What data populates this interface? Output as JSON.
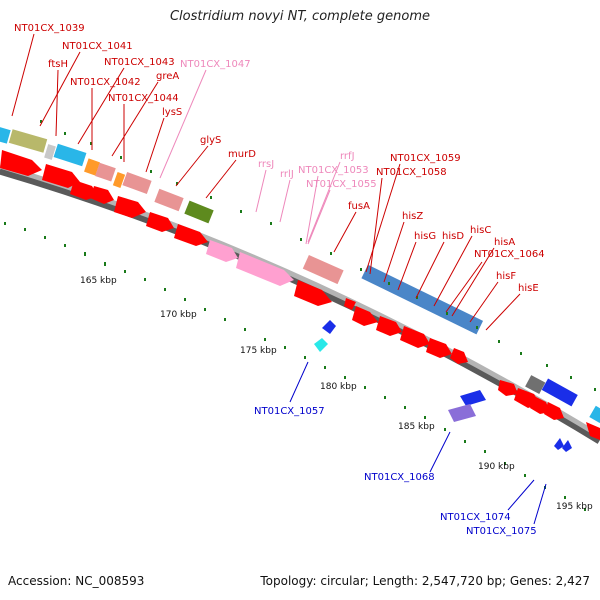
{
  "header": {
    "title": "Clostridium novyi NT, complete genome"
  },
  "footer": {
    "accession": "Accession: NC_008593",
    "summary": "Topology: circular; Length: 2,547,720 bp; Genes: 2,427"
  },
  "colors": {
    "backbone": "#8c8c8c",
    "gene_red": "#ff0000",
    "label_red": "#cc0000",
    "label_pink": "#ee88bb",
    "label_blue": "#0000cc",
    "tick_green": "#1a7a1a"
  },
  "scale_labels": [
    "165 kbp",
    "170 kbp",
    "175 kbp",
    "180 kbp",
    "185 kbp",
    "190 kbp",
    "195 kbp"
  ],
  "gene_labels": [
    {
      "text": "NT01CX_1039",
      "type": "red"
    },
    {
      "text": "NT01CX_1041",
      "type": "red"
    },
    {
      "text": "ftsH",
      "type": "red"
    },
    {
      "text": "NT01CX_1043",
      "type": "red"
    },
    {
      "text": "NT01CX_1042",
      "type": "red"
    },
    {
      "text": "greA",
      "type": "red"
    },
    {
      "text": "NT01CX_1047",
      "type": "pink"
    },
    {
      "text": "NT01CX_1044",
      "type": "red"
    },
    {
      "text": "lysS",
      "type": "red"
    },
    {
      "text": "glyS",
      "type": "red"
    },
    {
      "text": "murD",
      "type": "red"
    },
    {
      "text": "rrsJ",
      "type": "pink"
    },
    {
      "text": "rrlJ",
      "type": "pink"
    },
    {
      "text": "rrfJ",
      "type": "pink"
    },
    {
      "text": "NT01CX_1053",
      "type": "pink"
    },
    {
      "text": "NT01CX_1055",
      "type": "pink"
    },
    {
      "text": "fusA",
      "type": "red"
    },
    {
      "text": "NT01CX_1059",
      "type": "red"
    },
    {
      "text": "NT01CX_1058",
      "type": "red"
    },
    {
      "text": "hisZ",
      "type": "red"
    },
    {
      "text": "hisG",
      "type": "red"
    },
    {
      "text": "hisD",
      "type": "red"
    },
    {
      "text": "hisC",
      "type": "red"
    },
    {
      "text": "hisA",
      "type": "red"
    },
    {
      "text": "NT01CX_1064",
      "type": "red"
    },
    {
      "text": "hisF",
      "type": "red"
    },
    {
      "text": "hisE",
      "type": "red"
    },
    {
      "text": "NT01CX_1057",
      "type": "blue"
    },
    {
      "text": "NT01CX_1068",
      "type": "blue"
    },
    {
      "text": "NT01CX_1074",
      "type": "blue"
    },
    {
      "text": "NT01CX_1075",
      "type": "blue"
    }
  ]
}
